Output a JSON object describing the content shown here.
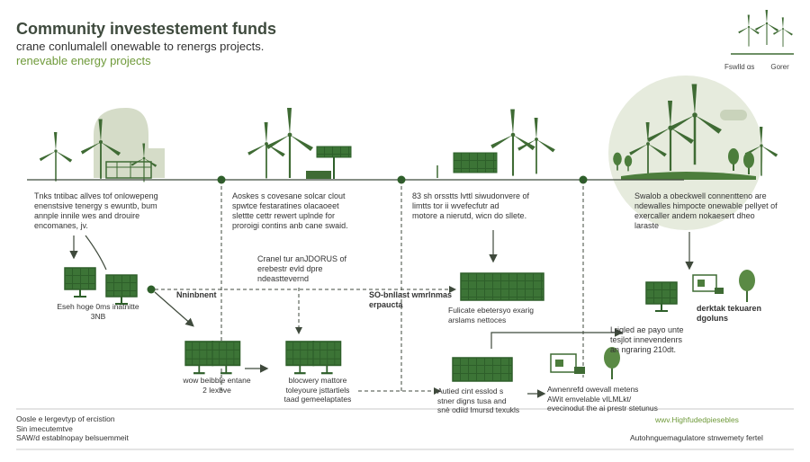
{
  "header": {
    "title": "Community investestement funds",
    "subtitle": "crane conlumalell onewable to renergs projects.",
    "subtitle2": "renevable energy projects"
  },
  "logo": {
    "caption_left": "Fswlld ɑs",
    "caption_right": "Gorer"
  },
  "blocks": {
    "b1": "Tnks tntibac allves tof onlowepeng\nenenstsive tenergy s ewuntb,  bum\nannple innile wes and drouire\nencomanes, jv.",
    "b2": "Aoskes s covesane solcar clout\nspwtce festaratines olacaoeet\nslettte cettr rewert uplnde for\nproroigi contins anb cane swaid.",
    "b3": "83 sh orsstts lvttl siwudonvere of\nlimtts tor ii wvefecfutr ad\nmotore a nierutd, wicn do sllete.",
    "b4": "Swalob a obeckwell connentteno are\nndewalles himpocte onewable pellyet of\nexercaller andem nokaesert dheo\nlaraste",
    "crane": "Cranel tur anJDORUS of\nerebestr evld dpre\nndeasttevernd",
    "nninbnent": "Nninbnent",
    "sod": "SO-bnllast wmrlnmas\nerpaucta",
    "fulicate": "Fulicate ebetersyo exarig\narslams nettoces",
    "eseh": "Eseh hoge 0ms inatnitte\n3NB",
    "wow": "wow beibble entane\n2 lexbve",
    "blocwery": "blocwery mattore\ntoleyoure jsttartiels\ntaad gemeelaptates",
    "autied": "Autied cint esslod s\nstner digns tusa and\nsnè odiid Imursd texukls",
    "awnenr": "Awnenrefd owevall metens\nAWit emvelable vILMLkt/\nevecinodut the ai prestr stetunus",
    "trigled": "Lrigled ae payo unte\ntesjlot innevendenrs\nan ngraring 210dt.",
    "derktak": "derktak tekuaren\ndgoluns",
    "footer_left": "Oosle e lergevtyp of ercistion\nSin imecutemtve\nSAW/d establnopay belsuemmeit",
    "footer_right1": "wwv.Highfudedpiesebles",
    "footer_right2": "Autohnguemagulatore stnwemety fertel"
  },
  "colors": {
    "primary": "#3f6b34",
    "accent": "#6f9a3a",
    "panel": "#2e5f2a",
    "circle": "#e6ebdd",
    "building": "#d5dcc8",
    "line": "#3f4a3c"
  }
}
